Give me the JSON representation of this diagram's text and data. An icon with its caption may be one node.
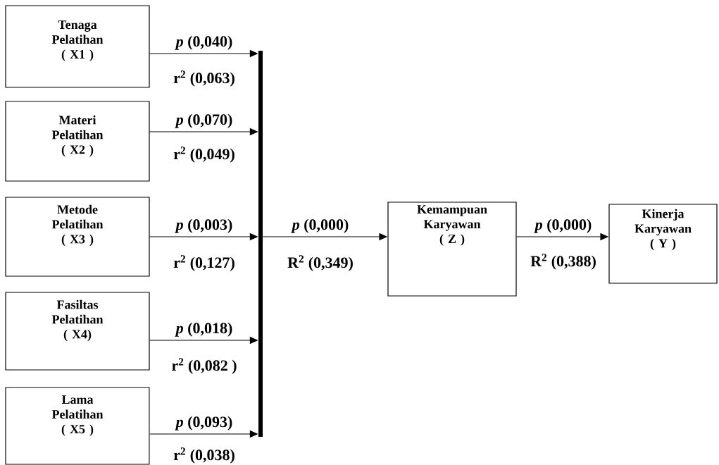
{
  "diagram": {
    "nodes": [
      {
        "text": [
          "Tenaga Pelatihan ( X1 )"
        ]
      },
      {
        "text": [
          "Materi Pelatihan ( X2 )"
        ]
      },
      {
        "text": [
          "Metode Pelatihan ( X3 )"
        ]
      },
      {
        "text": [
          "Fasiltas Pelatihan ( X4)"
        ]
      },
      {
        "text": [
          "Lama Pelatihan ( X5 )"
        ]
      },
      {
        "text": [],
        "shape": "bar"
      },
      {
        "text": [
          "Kemampuan Karyawan ( Z )"
        ]
      },
      {
        "text": [
          "Kinerja Karyawan ( Y )"
        ]
      }
    ],
    "edges": [
      {
        "from": 0,
        "to": 5,
        "arrow": "to",
        "label": "*p* (0,040)"
      },
      {
        "from": 1,
        "to": 5,
        "arrow": "to",
        "label": "*p* (0,070)"
      },
      {
        "from": 2,
        "to": 5,
        "arrow": "to",
        "label": "*p* (0,003)"
      },
      {
        "from": 3,
        "to": 5,
        "arrow": "to",
        "label": "*p* (0,018)"
      },
      {
        "from": 4,
        "to": 5,
        "arrow": "to",
        "label": "*p* (0,093)"
      },
      {
        "from": 5,
        "to": 6,
        "arrow": "to",
        "label": "*p* (0,000)"
      },
      {
        "from": 6,
        "to": 7,
        "arrow": "to",
        "label": "*p* (0,000)"
      }
    ],
    "labels": [
      "r$^{2}$ (0,063)",
      "r$^{2}$ (0,049)",
      "r$^{2}$ (0,127)",
      "r$^{2}$ (0,082 )",
      "r$^{2}$ (0,038)",
      "R$^{2}$ (0,349)",
      "R$^{2}$ (0,388)"
    ]
  }
}
